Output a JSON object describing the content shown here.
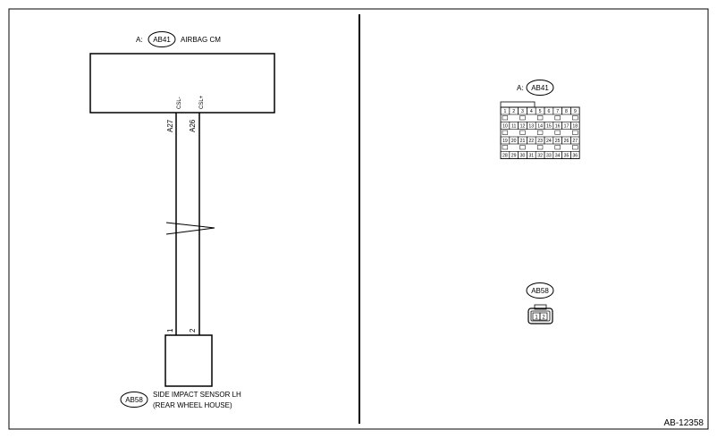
{
  "left": {
    "ecu": {
      "prefix": "A:",
      "connector_id": "AB41",
      "name": "AIRBAG CM",
      "pin_labels": [
        "CSL-",
        "CSL+"
      ],
      "terminals": [
        "A27",
        "A26"
      ]
    },
    "sensor": {
      "connector_id": "AB58",
      "name_line1": "SIDE IMPACT SENSOR LH",
      "name_line2": "(REAR WHEEL HOUSE)",
      "pin_numbers": [
        "1",
        "2"
      ]
    }
  },
  "right": {
    "ab41_connector": {
      "prefix": "A:",
      "id": "AB41",
      "pins": [
        [
          "1",
          "2",
          "3",
          "4",
          "5",
          "6",
          "7",
          "8",
          "9"
        ],
        [
          "10",
          "11",
          "12",
          "13",
          "14",
          "15",
          "16",
          "17",
          "18"
        ],
        [
          "19",
          "20",
          "21",
          "22",
          "23",
          "24",
          "25",
          "26",
          "27"
        ],
        [
          "28",
          "29",
          "30",
          "31",
          "32",
          "33",
          "34",
          "35",
          "36"
        ]
      ]
    },
    "ab58_connector": {
      "id": "AB58",
      "pins": [
        "1",
        "2"
      ]
    }
  },
  "figure_code": "AB-12358"
}
